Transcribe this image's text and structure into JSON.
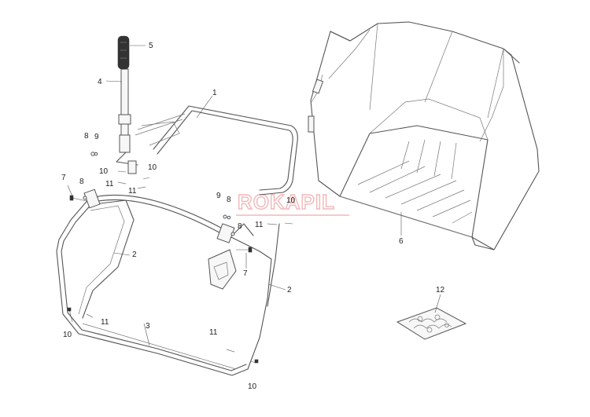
{
  "watermark": "ROKAPIL",
  "callouts": [
    {
      "key": "c1",
      "text": "1"
    },
    {
      "key": "c2a",
      "text": "2"
    },
    {
      "key": "c2b",
      "text": "2"
    },
    {
      "key": "c3",
      "text": "3"
    },
    {
      "key": "c4",
      "text": "4"
    },
    {
      "key": "c5",
      "text": "5"
    },
    {
      "key": "c6",
      "text": "6"
    },
    {
      "key": "c7a",
      "text": "7"
    },
    {
      "key": "c7b",
      "text": "7"
    },
    {
      "key": "c8a",
      "text": "8"
    },
    {
      "key": "c8b",
      "text": "8"
    },
    {
      "key": "c8c",
      "text": "8"
    },
    {
      "key": "c8d",
      "text": "8"
    },
    {
      "key": "c9a",
      "text": "9"
    },
    {
      "key": "c9b",
      "text": "9"
    },
    {
      "key": "c10a",
      "text": "10"
    },
    {
      "key": "c10b",
      "text": "10"
    },
    {
      "key": "c10c",
      "text": "10"
    },
    {
      "key": "c10d",
      "text": "10"
    },
    {
      "key": "c10e",
      "text": "10"
    },
    {
      "key": "c11a",
      "text": "11"
    },
    {
      "key": "c11b",
      "text": "11"
    },
    {
      "key": "c11c",
      "text": "11"
    },
    {
      "key": "c11d",
      "text": "11"
    },
    {
      "key": "c11e",
      "text": "11"
    },
    {
      "key": "c12",
      "text": "12"
    }
  ]
}
